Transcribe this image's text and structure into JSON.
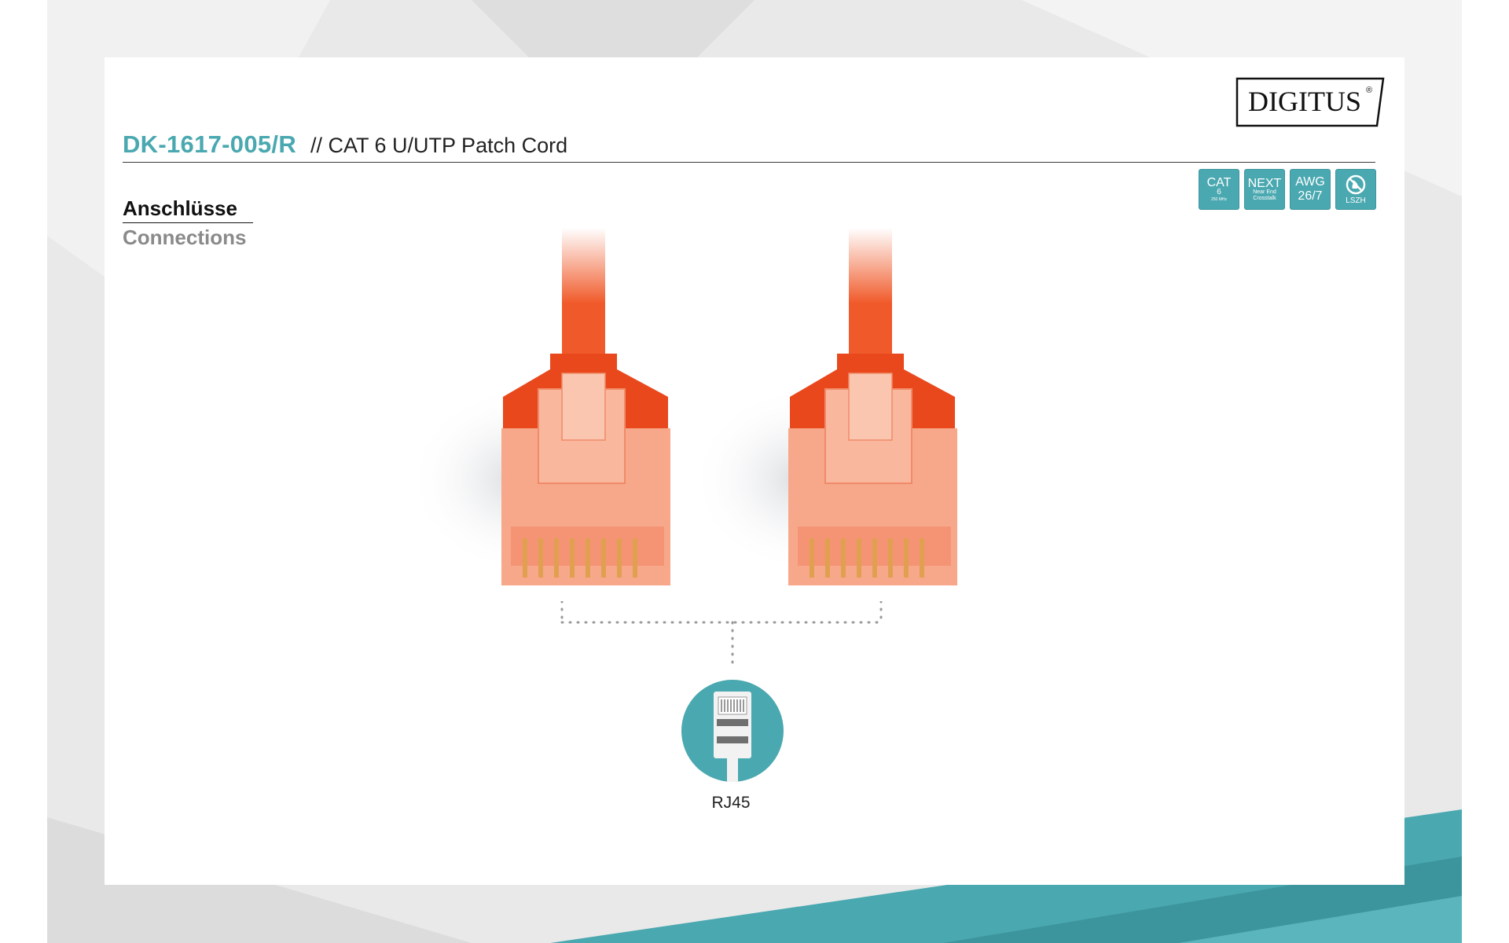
{
  "header": {
    "model": "DK-1617-005/R",
    "subtitle": "// CAT 6 U/UTP Patch Cord"
  },
  "brand": {
    "logo_text": "DIGITUS",
    "registered": "®"
  },
  "badges": [
    {
      "icon": "cat6-badge",
      "line1": "CAT",
      "line2": "6",
      "line3": "250 MHz"
    },
    {
      "icon": "next-badge",
      "line1": "NEXT",
      "line2": "Near End",
      "line3": "Crosstalk"
    },
    {
      "icon": "awg-badge",
      "line1": "AWG",
      "line2": "26/7"
    },
    {
      "icon": "lszh-badge",
      "line1": "LSZH"
    }
  ],
  "section": {
    "title_de": "Anschlüsse",
    "title_en": "Connections"
  },
  "connector": {
    "label": "RJ45",
    "icon": "rj45-plug-icon"
  },
  "colors": {
    "accent": "#4aa8b0",
    "cable": "#f05a2a",
    "plug": "#f7a88a",
    "background_gray": "#e9e9e9"
  }
}
